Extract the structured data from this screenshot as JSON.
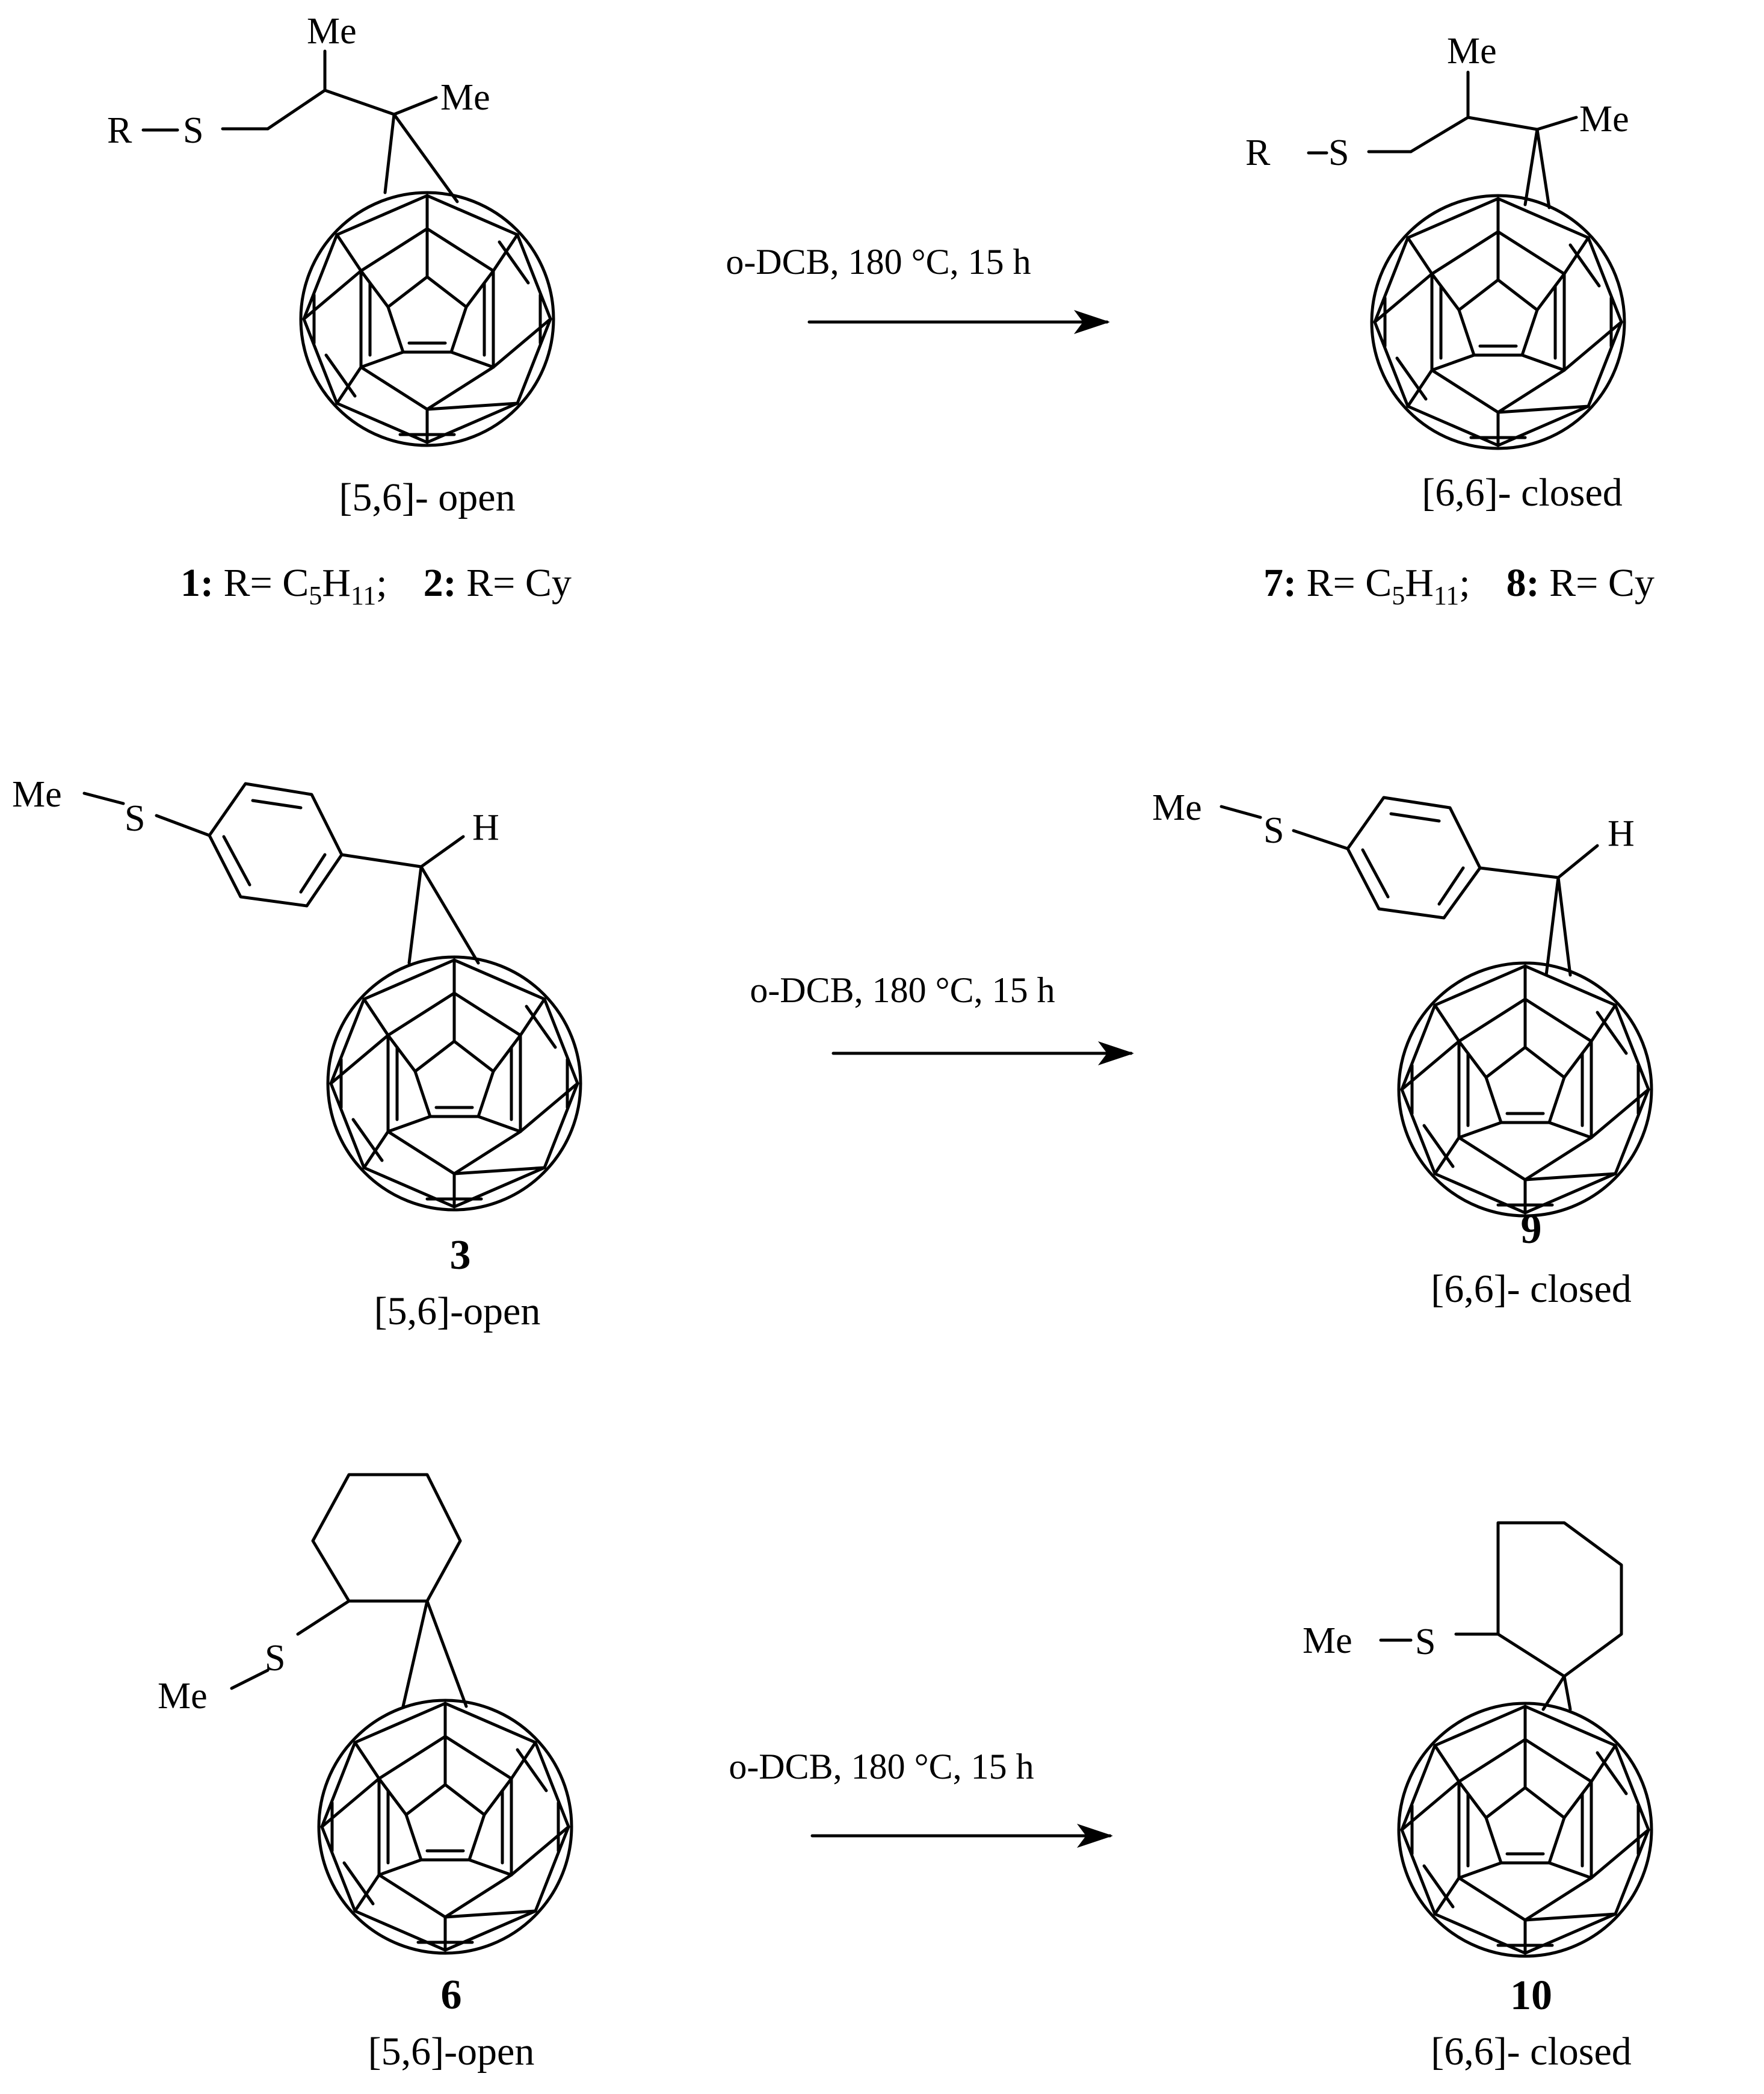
{
  "reactions": [
    {
      "conditions": "o-DCB, 180 °C, 15 h",
      "reactant": {
        "label": "[5,6]- open"
      },
      "product": {
        "label": "[6,6]- closed"
      }
    },
    {
      "conditions": "o-DCB, 180 °C, 15 h",
      "reactant": {
        "label": "[5,6]-open",
        "number": "3"
      },
      "product": {
        "label": "[6,6]- closed",
        "number": "9"
      }
    },
    {
      "conditions": "o-DCB, 180 °C, 15 h",
      "reactant": {
        "label": "[5,6]-open",
        "number": "6"
      },
      "product": {
        "label": "[6,6]- closed",
        "number": "10"
      }
    }
  ],
  "compound_lines": {
    "left": {
      "n1": "1:",
      "r1": "R= C",
      "sub5": "5",
      "h": "H",
      "sub11": "11",
      "semi": ";",
      "n2": "2:",
      "r2": "R= Cy"
    },
    "right": {
      "n1": "7:",
      "r1": "R= C",
      "sub5": "5",
      "h": "H",
      "sub11": "11",
      "semi": ";",
      "n2": "8:",
      "r2": "R= Cy"
    }
  },
  "atoms": {
    "R": "R",
    "S": "S",
    "Me": "Me",
    "H": "H"
  }
}
